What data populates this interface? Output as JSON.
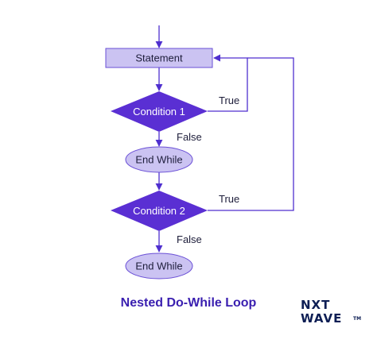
{
  "nodes": {
    "statement": "Statement",
    "condition1": "Condition 1",
    "end_while_1": "End While",
    "condition2": "Condition 2",
    "end_while_2": "End While"
  },
  "edges": {
    "c1_true": "True",
    "c1_false": "False",
    "c2_true": "True",
    "c2_false": "False"
  },
  "caption": "Nested Do-While Loop",
  "logo": {
    "line1": "NXT",
    "line2": "WAVE",
    "tm": "TM"
  },
  "colors": {
    "rect_fill": "#cbc3f2",
    "rect_stroke": "#6a4fd6",
    "diamond_fill": "#5a2fd3",
    "oval_fill": "#cbc3f2",
    "oval_stroke": "#6a4fd6",
    "line": "#4f2fcf",
    "caption": "#3a1fb0",
    "logo": "#0d1e54"
  }
}
